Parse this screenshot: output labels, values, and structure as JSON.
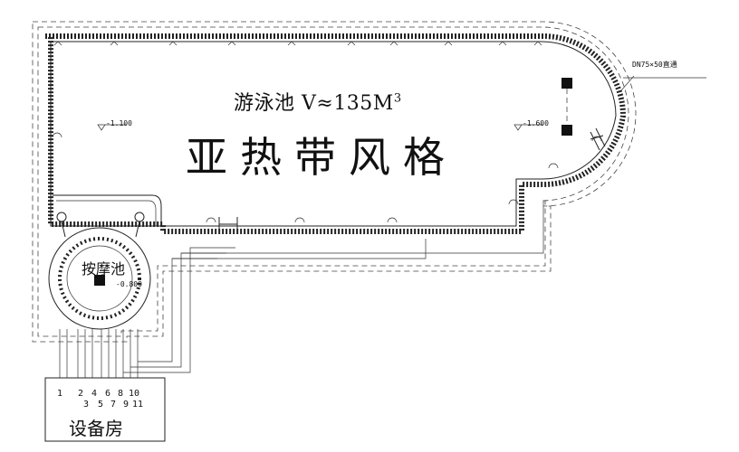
{
  "pool": {
    "title": "游泳池 V≈135M",
    "title_sup": "3",
    "style": "亚热带风格",
    "level_left": "-1.100",
    "level_right": "-1.600"
  },
  "spa": {
    "label": "按摩池",
    "level": "-0.800"
  },
  "equipment_room": {
    "label": "设备房"
  },
  "pipe_note": "DN75×50直通",
  "pipe_numbers": [
    {
      "n": "1",
      "row": "top"
    },
    {
      "n": "2",
      "row": "top"
    },
    {
      "n": "3",
      "row": "bottom"
    },
    {
      "n": "4",
      "row": "top"
    },
    {
      "n": "5",
      "row": "bottom"
    },
    {
      "n": "6",
      "row": "top"
    },
    {
      "n": "7",
      "row": "bottom"
    },
    {
      "n": "8",
      "row": "top"
    },
    {
      "n": "9",
      "row": "bottom"
    },
    {
      "n": "10",
      "row": "top"
    },
    {
      "n": "11",
      "row": "bottom"
    }
  ]
}
